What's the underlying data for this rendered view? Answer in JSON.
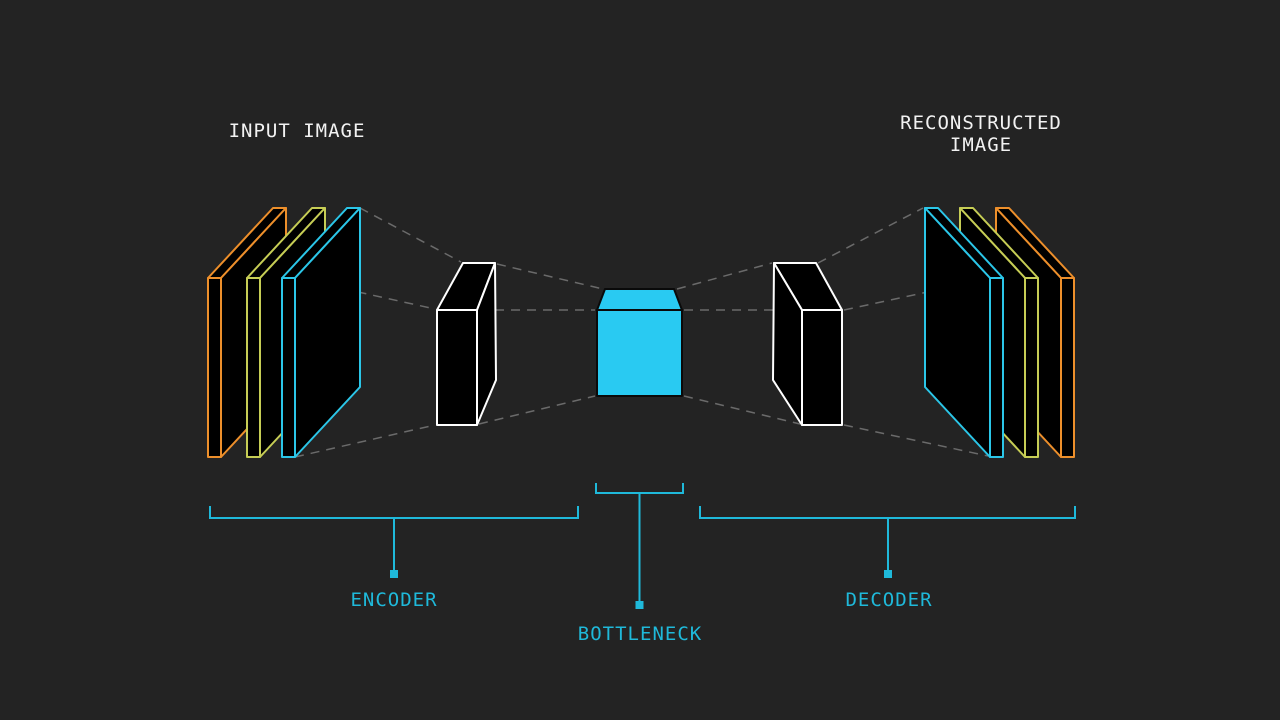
{
  "header": {
    "input_label": "INPUT IMAGE",
    "reconstructed_label_line1": "RECONSTRUCTED",
    "reconstructed_label_line2": "IMAGE"
  },
  "sections": {
    "encoder_label": "ENCODER",
    "bottleneck_label": "BOTTLENECK",
    "decoder_label": "DECODER"
  },
  "diagram": {
    "type": "autoencoder-architecture",
    "encoder_layers": [
      "orange",
      "yellow",
      "cyan"
    ],
    "encoder_hidden_boxes": 1,
    "decoder_hidden_boxes": 1,
    "decoder_layers": [
      "cyan",
      "yellow",
      "orange"
    ],
    "bottleneck_shape": "cyan-cube",
    "connections": "dashed-perspective-lines"
  },
  "colors": {
    "background": "#232323",
    "face_fill": "#000000",
    "layer_orange": "#ED8F2B",
    "layer_yellow": "#C6CD55",
    "layer_cyan": "#2BC6E8",
    "bottleneck_fill": "#29CAF2",
    "annotation_cyan": "#1FB9DA",
    "box_white": "#FFFFFF",
    "dashed_gray": "#6A6A6A",
    "text_white": "#F2F2F2"
  }
}
